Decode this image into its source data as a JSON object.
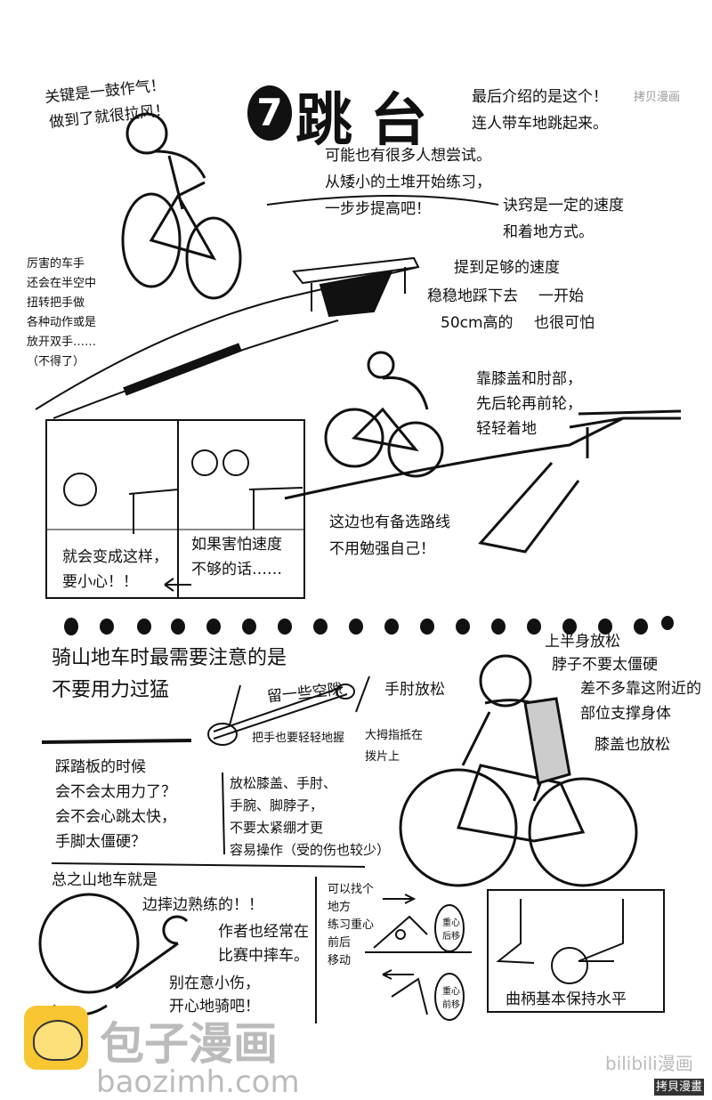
{
  "title": {
    "number": "7",
    "text": "跳台"
  },
  "credit_top": "拷贝漫画",
  "section1": {
    "top_left": [
      "关键是一鼓作气！",
      "做到了就很拉风！"
    ],
    "intro": [
      "最后介绍的是这个！",
      "连人带车地跳起来。"
    ],
    "try": [
      "可能也有很多人想尝试。",
      "从矮小的土堆开始练习，",
      "一步步提高吧！"
    ],
    "trick": [
      "诀窍是一定的速度",
      "和着地方式。"
    ],
    "riders": [
      "厉害的车手",
      "还会在半空中",
      "扭转把手做",
      "各种动作或是",
      "放开双手……",
      "（不得了）"
    ],
    "callouts": [
      "提到足够的速度",
      "稳稳地踩下去",
      "一开始",
      "50cm高的",
      "也很可怕"
    ],
    "landing": [
      "靠膝盖和肘部，",
      "先后轮再前轮，",
      "轻轻着地"
    ],
    "alt_route": [
      "这边也有备选路线",
      "不用勉强自己！"
    ],
    "panel_a": [
      "就会变成这样，",
      "要小心！！"
    ],
    "panel_b": [
      "如果害怕速度",
      "不够的话……"
    ]
  },
  "section2": {
    "heading": [
      "骑山地车时最需要注意的是",
      "不要用力过猛"
    ],
    "grip": {
      "gap": "留一些空隙",
      "grip": "把手也要轻轻地握",
      "thumb": [
        "大拇指抵在",
        "拨片上"
      ]
    },
    "body": {
      "elbow": "手肘放松",
      "upper": "上半身放松",
      "neck": "脖子不要太僵硬",
      "support": [
        "差不多靠这附近的",
        "部位支撑身体"
      ],
      "knee": "膝盖也放松"
    },
    "pedal_q": [
      "踩踏板的时候",
      "会不会太用力了？",
      "会不会心跳太快，",
      "手脚太僵硬？"
    ],
    "relax": [
      "放松膝盖、手肘、",
      "手腕、脚脖子，",
      "不要太紧绷才更",
      "容易操作（受的伤也较少）"
    ]
  },
  "section3": {
    "summary": [
      "总之山地车就是",
      "边摔边熟练的！！"
    ],
    "author": [
      "作者也经常在",
      "比赛中摔车。"
    ],
    "cheer": [
      "别在意小伤，",
      "开心地骑吧！"
    ],
    "practice": [
      "可以找个",
      "地方",
      "练习重心",
      "前后",
      "移动"
    ],
    "back": [
      "重心",
      "后移"
    ],
    "front": [
      "重心",
      "前移"
    ],
    "crank": "曲柄基本保持水平"
  },
  "watermarks": {
    "brand_cn": "包子漫画",
    "brand_url": "baozimh.com",
    "bili": "bilibili漫画",
    "copy": "拷貝漫畫"
  }
}
